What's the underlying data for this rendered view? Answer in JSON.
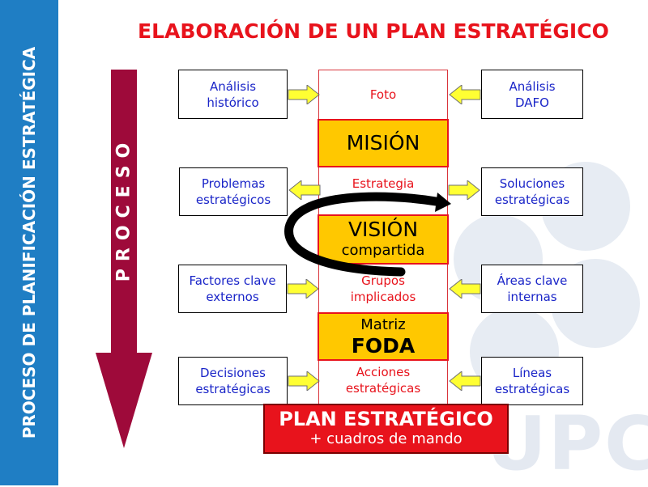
{
  "sidebar_title": "PROCESO DE PLANIFICACIÓN ESTRATÉGICA",
  "title": "ELABORACIÓN DE UN PLAN ESTRATÉGICO",
  "process_label": "PROCESO",
  "left_boxes": [
    "Análisis\nhistórico",
    "Problemas\nestratégicos",
    "Factores clave\nexternos",
    "Decisiones\nestratégicas"
  ],
  "right_boxes": [
    "Análisis\nDAFO",
    "Soluciones\nestratégicas",
    "Áreas clave\ninternas",
    "Líneas\nestratégicas"
  ],
  "center": {
    "foto": "Foto",
    "estrategia": "Estrategia",
    "grupos": "Grupos\nimplicados",
    "acciones": "Acciones\nestratégicas",
    "mision": "MISIÓN",
    "vision": "VISIÓN",
    "vision_sub": "compartida",
    "matriz": "Matriz",
    "foda": "FODA"
  },
  "final": {
    "main": "PLAN ESTRATÉGICO",
    "sub": "+ cuadros de mando"
  },
  "colors": {
    "sidebar": "#1f7ec4",
    "title": "#e8131c",
    "process_arrow": "#9e0a3a",
    "highlight": "#ffc800",
    "box_text": "#1a25c8",
    "side_arrows": "#ffff33"
  }
}
